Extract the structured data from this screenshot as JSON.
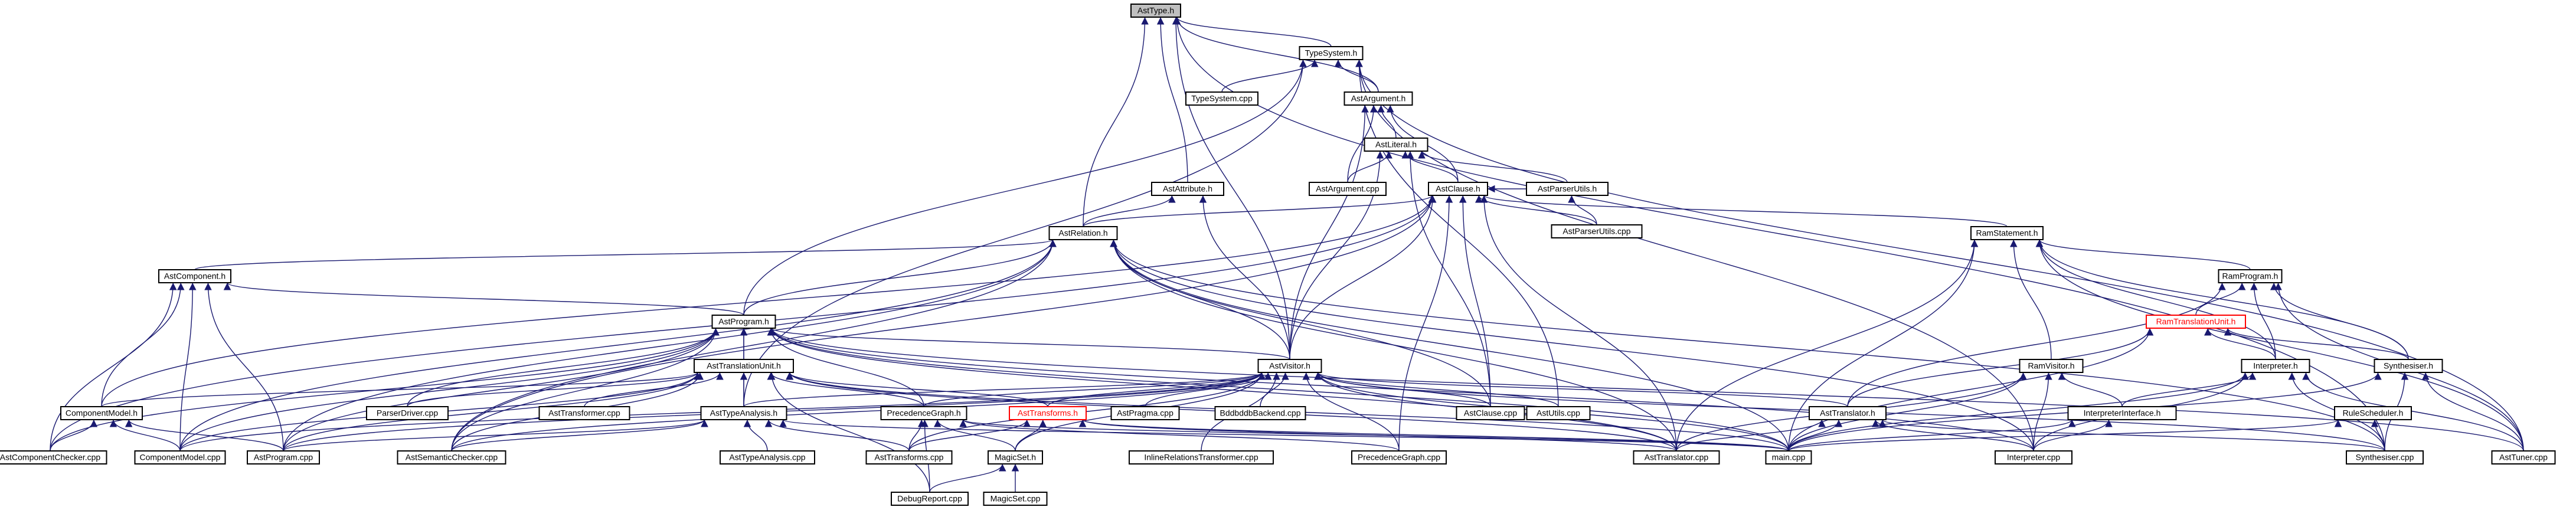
{
  "diagram": {
    "nodes": [
      {
        "id": "asttype_h",
        "label": "AstType.h",
        "root": true
      },
      {
        "id": "typesystem_h",
        "label": "TypeSystem.h"
      },
      {
        "id": "typesystem_cpp",
        "label": "TypeSystem.cpp"
      },
      {
        "id": "astargument_h",
        "label": "AstArgument.h"
      },
      {
        "id": "astliteral_h",
        "label": "AstLiteral.h"
      },
      {
        "id": "astattribute_h",
        "label": "AstAttribute.h"
      },
      {
        "id": "astargument_cpp",
        "label": "AstArgument.cpp"
      },
      {
        "id": "astclause_h",
        "label": "AstClause.h"
      },
      {
        "id": "astparserutils_h",
        "label": "AstParserUtils.h"
      },
      {
        "id": "astparserutils_cpp",
        "label": "AstParserUtils.cpp"
      },
      {
        "id": "astrelation_h",
        "label": "AstRelation.h"
      },
      {
        "id": "ramstatement_h",
        "label": "RamStatement.h"
      },
      {
        "id": "astcomponent_h",
        "label": "AstComponent.h"
      },
      {
        "id": "ramprogram_h",
        "label": "RamProgram.h"
      },
      {
        "id": "astprogram_h",
        "label": "AstProgram.h"
      },
      {
        "id": "ramtranslationunit_h",
        "label": "RamTranslationUnit.h",
        "red": true
      },
      {
        "id": "asttranslationunit_h",
        "label": "AstTranslationUnit.h"
      },
      {
        "id": "astvisitor_h",
        "label": "AstVisitor.h"
      },
      {
        "id": "ramvisitor_h",
        "label": "RamVisitor.h"
      },
      {
        "id": "interpreter_h",
        "label": "Interpreter.h"
      },
      {
        "id": "synthesiser_h",
        "label": "Synthesiser.h"
      },
      {
        "id": "componentmodel_h",
        "label": "ComponentModel.h"
      },
      {
        "id": "parserdriver_cpp",
        "label": "ParserDriver.cpp"
      },
      {
        "id": "asttransformer_cpp",
        "label": "AstTransformer.cpp"
      },
      {
        "id": "asttypeanalysis_h",
        "label": "AstTypeAnalysis.h"
      },
      {
        "id": "precedencegraph_h",
        "label": "PrecedenceGraph.h"
      },
      {
        "id": "asttransforms_h",
        "label": "AstTransforms.h",
        "red": true
      },
      {
        "id": "astpragma_cpp",
        "label": "AstPragma.cpp"
      },
      {
        "id": "bddbddbbackend_cpp",
        "label": "BddbddbBackend.cpp"
      },
      {
        "id": "astclause_cpp",
        "label": "AstClause.cpp"
      },
      {
        "id": "astutils_cpp",
        "label": "AstUtils.cpp"
      },
      {
        "id": "asttranslator_h",
        "label": "AstTranslator.h"
      },
      {
        "id": "interpreterinterface_h",
        "label": "InterpreterInterface.h"
      },
      {
        "id": "rulescheduler_h",
        "label": "RuleScheduler.h"
      },
      {
        "id": "astcomponentchecker_cpp",
        "label": "AstComponentChecker.cpp"
      },
      {
        "id": "componentmodel_cpp",
        "label": "ComponentModel.cpp"
      },
      {
        "id": "astprogram_cpp",
        "label": "AstProgram.cpp"
      },
      {
        "id": "astsemanticchecker_cpp",
        "label": "AstSemanticChecker.cpp"
      },
      {
        "id": "asttypeanalysis_cpp",
        "label": "AstTypeAnalysis.cpp"
      },
      {
        "id": "asttransforms_cpp",
        "label": "AstTransforms.cpp"
      },
      {
        "id": "magicset_h",
        "label": "MagicSet.h"
      },
      {
        "id": "inlinerelationstransformer_cpp",
        "label": "InlineRelationsTransformer.cpp"
      },
      {
        "id": "precedencegraph_cpp",
        "label": "PrecedenceGraph.cpp"
      },
      {
        "id": "asttranslator_cpp",
        "label": "AstTranslator.cpp"
      },
      {
        "id": "main_cpp",
        "label": "main.cpp"
      },
      {
        "id": "interpreter_cpp",
        "label": "Interpreter.cpp"
      },
      {
        "id": "synthesiser_cpp",
        "label": "Synthesiser.cpp"
      },
      {
        "id": "asttuner_cpp",
        "label": "AstTuner.cpp"
      },
      {
        "id": "magicset_cpp",
        "label": "MagicSet.cpp"
      },
      {
        "id": "debugreport_cpp",
        "label": "DebugReport.cpp"
      }
    ],
    "edges": [
      [
        "asttype_h",
        "typesystem_h"
      ],
      [
        "asttype_h",
        "astargument_h"
      ],
      [
        "asttype_h",
        "astattribute_h"
      ],
      [
        "asttype_h",
        "astrelation_h"
      ],
      [
        "asttype_h",
        "astvisitor_h"
      ],
      [
        "asttype_h",
        "synthesiser_cpp"
      ],
      [
        "typesystem_h",
        "typesystem_cpp"
      ],
      [
        "typesystem_h",
        "astargument_h"
      ],
      [
        "typesystem_h",
        "astprogram_h"
      ],
      [
        "typesystem_h",
        "asttypeanalysis_h"
      ],
      [
        "typesystem_h",
        "interpreter_cpp"
      ],
      [
        "typesystem_h",
        "astutils_cpp"
      ],
      [
        "typesystem_h",
        "asttuner_cpp"
      ],
      [
        "astargument_h",
        "astliteral_h"
      ],
      [
        "astargument_h",
        "astargument_cpp"
      ],
      [
        "astargument_h",
        "astclause_h"
      ],
      [
        "astargument_h",
        "astvisitor_h"
      ],
      [
        "astliteral_h",
        "astargument_cpp"
      ],
      [
        "astliteral_h",
        "astclause_h"
      ],
      [
        "astliteral_h",
        "astparserutils_h"
      ],
      [
        "astliteral_h",
        "astvisitor_h"
      ],
      [
        "astliteral_h",
        "astclause_cpp"
      ],
      [
        "astattribute_h",
        "astrelation_h"
      ],
      [
        "astattribute_h",
        "astvisitor_h"
      ],
      [
        "astclause_h",
        "astparserutils_cpp"
      ],
      [
        "astclause_h",
        "astparserutils_h"
      ],
      [
        "astclause_h",
        "astrelation_h"
      ],
      [
        "astclause_h",
        "ramstatement_h"
      ],
      [
        "astclause_h",
        "astvisitor_h"
      ],
      [
        "astclause_h",
        "astclause_cpp"
      ],
      [
        "astclause_h",
        "asttranslator_cpp"
      ],
      [
        "astclause_h",
        "precedencegraph_cpp"
      ],
      [
        "astclause_h",
        "componentmodel_h"
      ],
      [
        "astclause_h",
        "astsemanticchecker_cpp"
      ],
      [
        "astclause_h",
        "astcomponentchecker_cpp"
      ],
      [
        "astparserutils_h",
        "astparserutils_cpp"
      ],
      [
        "astrelation_h",
        "astcomponent_h"
      ],
      [
        "astrelation_h",
        "astprogram_h"
      ],
      [
        "astrelation_h",
        "astvisitor_h"
      ],
      [
        "astrelation_h",
        "astclause_cpp"
      ],
      [
        "astrelation_h",
        "interpreter_cpp"
      ],
      [
        "astrelation_h",
        "asttranslator_cpp"
      ],
      [
        "astrelation_h",
        "synthesiser_cpp"
      ],
      [
        "astrelation_h",
        "astprogram_cpp"
      ],
      [
        "astrelation_h",
        "astsemanticchecker_cpp"
      ],
      [
        "astrelation_h",
        "componentmodel_cpp"
      ],
      [
        "astrelation_h",
        "main_cpp"
      ],
      [
        "ramstatement_h",
        "ramprogram_h"
      ],
      [
        "ramstatement_h",
        "ramvisitor_h"
      ],
      [
        "ramstatement_h",
        "synthesiser_h"
      ],
      [
        "ramstatement_h",
        "interpreter_h"
      ],
      [
        "ramstatement_h",
        "main_cpp"
      ],
      [
        "ramstatement_h",
        "asttranslator_cpp"
      ],
      [
        "ramstatement_h",
        "asttuner_cpp"
      ],
      [
        "ramprogram_h",
        "ramtranslationunit_h"
      ],
      [
        "ramprogram_h",
        "interpreter_h"
      ],
      [
        "ramprogram_h",
        "synthesiser_h"
      ],
      [
        "ramprogram_h",
        "asttranslator_h"
      ],
      [
        "ramprogram_h",
        "asttuner_cpp"
      ],
      [
        "ramtranslationunit_h",
        "interpreter_h"
      ],
      [
        "ramtranslationunit_h",
        "synthesiser_h"
      ],
      [
        "ramtranslationunit_h",
        "asttranslator_h"
      ],
      [
        "ramtranslationunit_h",
        "main_cpp"
      ],
      [
        "astcomponent_h",
        "astprogram_h"
      ],
      [
        "astcomponent_h",
        "componentmodel_h"
      ],
      [
        "astcomponent_h",
        "astprogram_cpp"
      ],
      [
        "astcomponent_h",
        "astcomponentchecker_cpp"
      ],
      [
        "astcomponent_h",
        "componentmodel_cpp"
      ],
      [
        "astprogram_h",
        "asttranslationunit_h"
      ],
      [
        "astprogram_h",
        "astvisitor_h"
      ],
      [
        "astprogram_h",
        "parserdriver_cpp"
      ],
      [
        "astprogram_h",
        "astprogram_cpp"
      ],
      [
        "astprogram_h",
        "asttypeanalysis_h"
      ],
      [
        "astprogram_h",
        "precedencegraph_h"
      ],
      [
        "astprogram_h",
        "astsemanticchecker_cpp"
      ],
      [
        "astprogram_h",
        "astcomponentchecker_cpp"
      ],
      [
        "astprogram_h",
        "componentmodel_cpp"
      ],
      [
        "astprogram_h",
        "main_cpp"
      ],
      [
        "astprogram_h",
        "asttranslator_cpp"
      ],
      [
        "astprogram_h",
        "interpreter_cpp"
      ],
      [
        "astprogram_h",
        "asttuner_cpp"
      ],
      [
        "asttranslationunit_h",
        "componentmodel_h"
      ],
      [
        "asttranslationunit_h",
        "parserdriver_cpp"
      ],
      [
        "asttranslationunit_h",
        "asttransformer_cpp"
      ],
      [
        "asttranslationunit_h",
        "asttypeanalysis_h"
      ],
      [
        "asttranslationunit_h",
        "precedencegraph_h"
      ],
      [
        "asttranslationunit_h",
        "asttransforms_h"
      ],
      [
        "asttranslationunit_h",
        "astprogram_cpp"
      ],
      [
        "asttranslationunit_h",
        "astsemanticchecker_cpp"
      ],
      [
        "asttranslationunit_h",
        "asttranslator_cpp"
      ],
      [
        "asttranslationunit_h",
        "main_cpp"
      ],
      [
        "asttranslationunit_h",
        "debugreport_cpp"
      ],
      [
        "asttranslationunit_h",
        "componentmodel_cpp"
      ],
      [
        "astvisitor_h",
        "astpragma_cpp"
      ],
      [
        "astvisitor_h",
        "bddbddbbackend_cpp"
      ],
      [
        "astvisitor_h",
        "astclause_cpp"
      ],
      [
        "astvisitor_h",
        "astutils_cpp"
      ],
      [
        "astvisitor_h",
        "asttranslator_h"
      ],
      [
        "astvisitor_h",
        "precedencegraph_h"
      ],
      [
        "astvisitor_h",
        "asttransforms_h"
      ],
      [
        "astvisitor_h",
        "asttypeanalysis_h"
      ],
      [
        "astvisitor_h",
        "magicset_h"
      ],
      [
        "astvisitor_h",
        "inlinerelationstransformer_cpp"
      ],
      [
        "astvisitor_h",
        "precedencegraph_cpp"
      ],
      [
        "astvisitor_h",
        "asttransforms_cpp"
      ],
      [
        "astvisitor_h",
        "asttranslator_cpp"
      ],
      [
        "astvisitor_h",
        "main_cpp"
      ],
      [
        "astvisitor_h",
        "astprogram_cpp"
      ],
      [
        "astvisitor_h",
        "astsemanticchecker_cpp"
      ],
      [
        "astvisitor_h",
        "componentmodel_cpp"
      ],
      [
        "astvisitor_h",
        "synthesiser_cpp"
      ],
      [
        "ramvisitor_h",
        "interpreterinterface_h"
      ],
      [
        "ramvisitor_h",
        "interpreter_cpp"
      ],
      [
        "ramvisitor_h",
        "main_cpp"
      ],
      [
        "ramvisitor_h",
        "asttranslator_cpp"
      ],
      [
        "interpreter_h",
        "interpreterinterface_h"
      ],
      [
        "interpreter_h",
        "main_cpp"
      ],
      [
        "interpreter_h",
        "interpreter_cpp"
      ],
      [
        "interpreter_h",
        "asttuner_cpp"
      ],
      [
        "interpreter_h",
        "synthesiser_cpp"
      ],
      [
        "synthesiser_h",
        "synthesiser_cpp"
      ],
      [
        "synthesiser_h",
        "main_cpp"
      ],
      [
        "synthesiser_h",
        "asttuner_cpp"
      ],
      [
        "componentmodel_h",
        "astcomponentchecker_cpp"
      ],
      [
        "componentmodel_h",
        "componentmodel_cpp"
      ],
      [
        "componentmodel_h",
        "astprogram_cpp"
      ],
      [
        "asttypeanalysis_h",
        "asttypeanalysis_cpp"
      ],
      [
        "asttypeanalysis_h",
        "astsemanticchecker_cpp"
      ],
      [
        "asttypeanalysis_h",
        "asttransforms_cpp"
      ],
      [
        "asttypeanalysis_h",
        "astprogram_cpp"
      ],
      [
        "asttypeanalysis_h",
        "main_cpp"
      ],
      [
        "precedencegraph_h",
        "precedencegraph_cpp"
      ],
      [
        "precedencegraph_h",
        "asttransforms_cpp"
      ],
      [
        "precedencegraph_h",
        "debugreport_cpp"
      ],
      [
        "precedencegraph_h",
        "main_cpp"
      ],
      [
        "precedencegraph_h",
        "magicset_h"
      ],
      [
        "asttransforms_h",
        "asttransforms_cpp"
      ],
      [
        "asttransforms_h",
        "magicset_h"
      ],
      [
        "asttransforms_h",
        "main_cpp"
      ],
      [
        "asttransforms_h",
        "asttranslator_cpp"
      ],
      [
        "asttranslator_h",
        "asttranslator_cpp"
      ],
      [
        "asttranslator_h",
        "main_cpp"
      ],
      [
        "asttranslator_h",
        "interpreter_cpp"
      ],
      [
        "asttranslator_h",
        "synthesiser_cpp"
      ],
      [
        "interpreterinterface_h",
        "interpreter_cpp"
      ],
      [
        "interpreterinterface_h",
        "main_cpp"
      ],
      [
        "rulescheduler_h",
        "synthesiser_cpp"
      ],
      [
        "rulescheduler_h",
        "main_cpp"
      ],
      [
        "magicset_h",
        "magicset_cpp"
      ],
      [
        "magicset_h",
        "debugreport_cpp"
      ]
    ]
  }
}
